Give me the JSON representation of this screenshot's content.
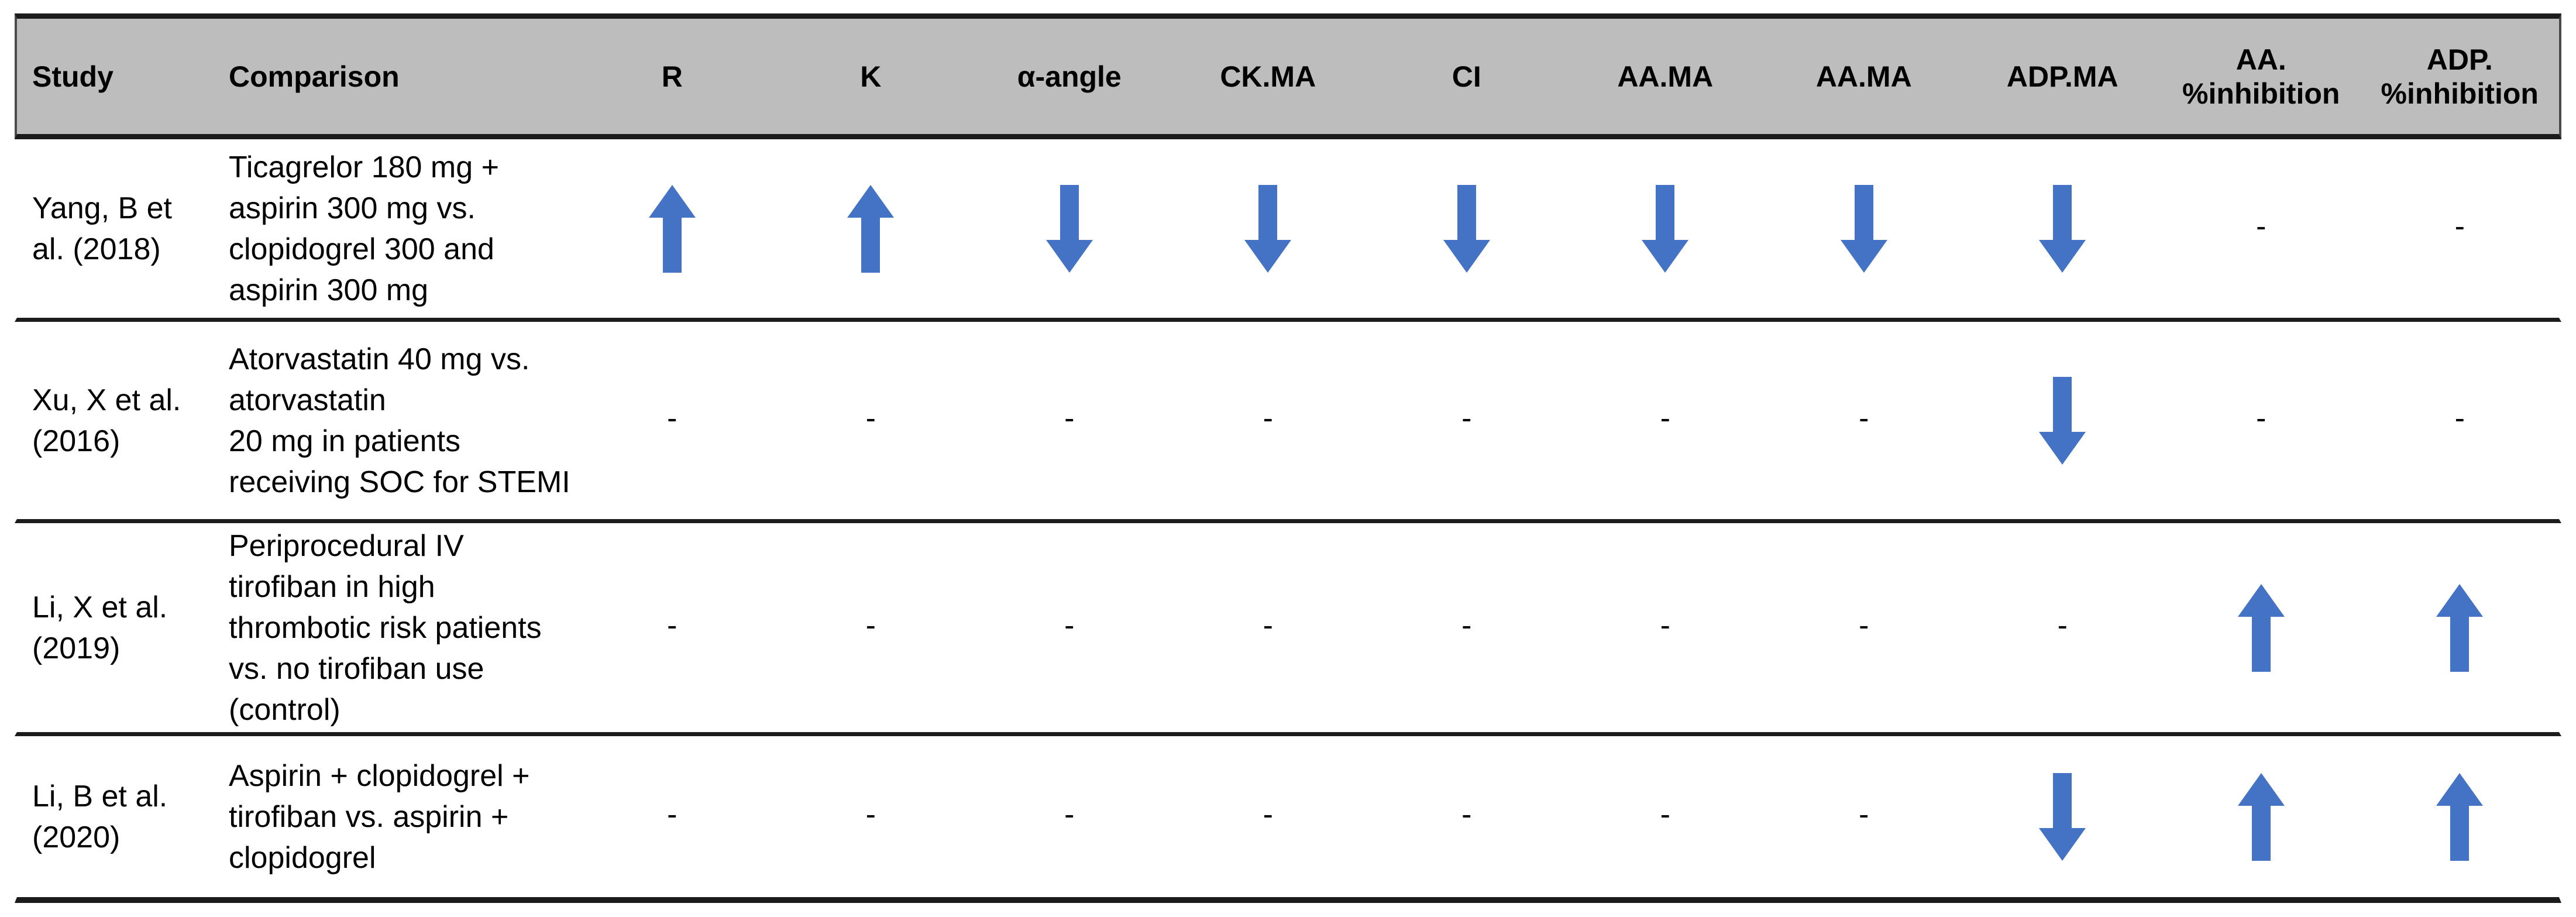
{
  "table": {
    "columns": [
      {
        "key": "study",
        "label": "Study"
      },
      {
        "key": "comparison",
        "label": "Comparison"
      },
      {
        "key": "r",
        "label": "R"
      },
      {
        "key": "k",
        "label": "K"
      },
      {
        "key": "alpha-angle",
        "label": "α-angle"
      },
      {
        "key": "ck-ma",
        "label": "CK.MA"
      },
      {
        "key": "ci",
        "label": "CI"
      },
      {
        "key": "aa-ma-1",
        "label": "AA.MA"
      },
      {
        "key": "aa-ma-2",
        "label": "AA.MA"
      },
      {
        "key": "adp-ma",
        "label": "ADP.MA"
      },
      {
        "key": "aa-inhibition",
        "label": "AA.\n%inhibition"
      },
      {
        "key": "adp-inhibition",
        "label": "ADP.\n%inhibition"
      }
    ],
    "rows": [
      {
        "study": "Yang, B et\nal. (2018)",
        "comparison": "Ticagrelor 180 mg +\naspirin 300 mg vs.\nclopidogrel 300 and\naspirin 300 mg",
        "values": [
          "up",
          "up",
          "down",
          "down",
          "down",
          "down",
          "down",
          "down",
          "dash",
          "dash"
        ]
      },
      {
        "study": "Xu, X et al.\n(2016)",
        "comparison": "Atorvastatin 40 mg vs.\natorvastatin\n20 mg in patients\nreceiving SOC for STEMI",
        "values": [
          "dash",
          "dash",
          "dash",
          "dash",
          "dash",
          "dash",
          "dash",
          "down",
          "dash",
          "dash"
        ]
      },
      {
        "study": "Li, X et al.\n(2019)",
        "comparison": "Periprocedural IV\ntirofiban in high\nthrombotic risk patients\nvs. no tirofiban use\n(control)",
        "values": [
          "dash",
          "dash",
          "dash",
          "dash",
          "dash",
          "dash",
          "dash",
          "dash",
          "up",
          "up"
        ]
      },
      {
        "study": "Li, B et al.\n(2020)",
        "comparison": "Aspirin + clopidogrel +\ntirofiban vs. aspirin +\nclopidogrel",
        "values": [
          "dash",
          "dash",
          "dash",
          "dash",
          "dash",
          "dash",
          "dash",
          "down",
          "up",
          "up"
        ]
      }
    ],
    "symbols": {
      "dash": "-"
    },
    "colors": {
      "arrow_blue": "#4472C4",
      "header_bg": "#BDBDBD",
      "border": "#1c1c1c"
    }
  }
}
